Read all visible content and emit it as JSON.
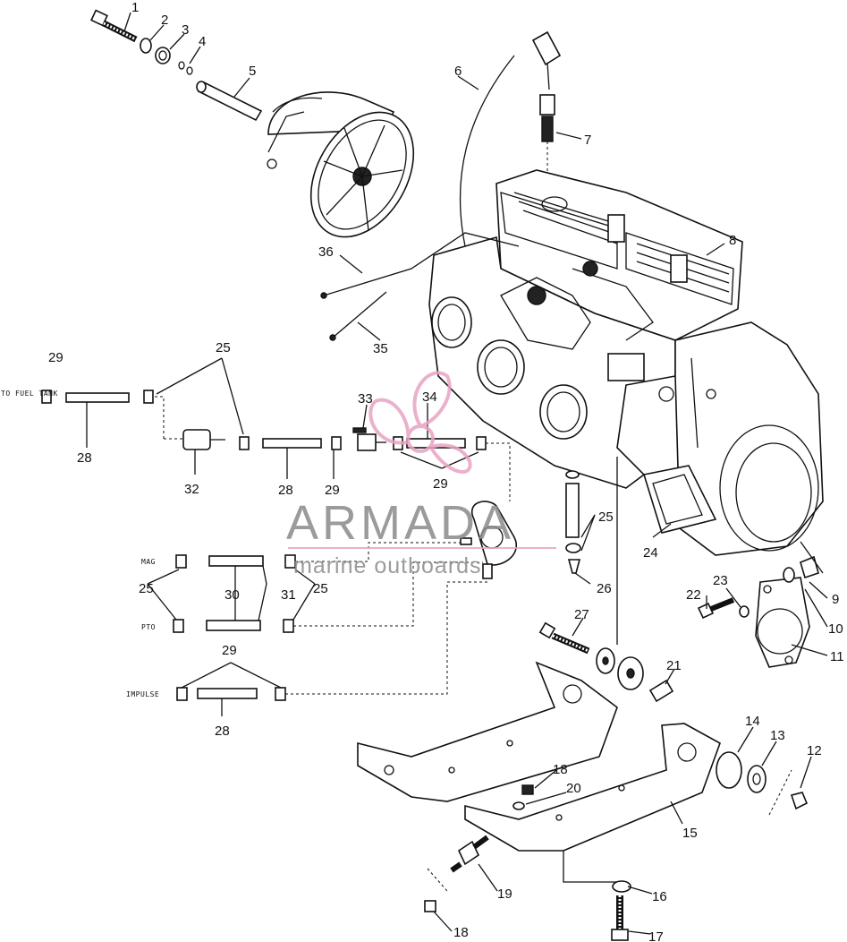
{
  "callouts": [
    "1",
    "2",
    "3",
    "4",
    "5",
    "6",
    "7",
    "8",
    "9",
    "10",
    "11",
    "12",
    "13",
    "14",
    "15",
    "16",
    "17",
    "18",
    "18",
    "19",
    "20",
    "21",
    "22",
    "23",
    "24",
    "25",
    "25",
    "25",
    "25",
    "26",
    "27",
    "28",
    "28",
    "28",
    "29",
    "29",
    "29",
    "29",
    "30",
    "31",
    "32",
    "33",
    "34",
    "35",
    "36"
  ],
  "side_labels": {
    "to_fuel_tank": "TO FUEL TANK",
    "mag": "MAG",
    "pto": "PTO",
    "impulse": "IMPULSE"
  },
  "watermark": {
    "brand": "ARMADA",
    "tagline": "marine outboards",
    "accent_color": "#e8a4c4",
    "text_color": "#8a8a8a"
  }
}
